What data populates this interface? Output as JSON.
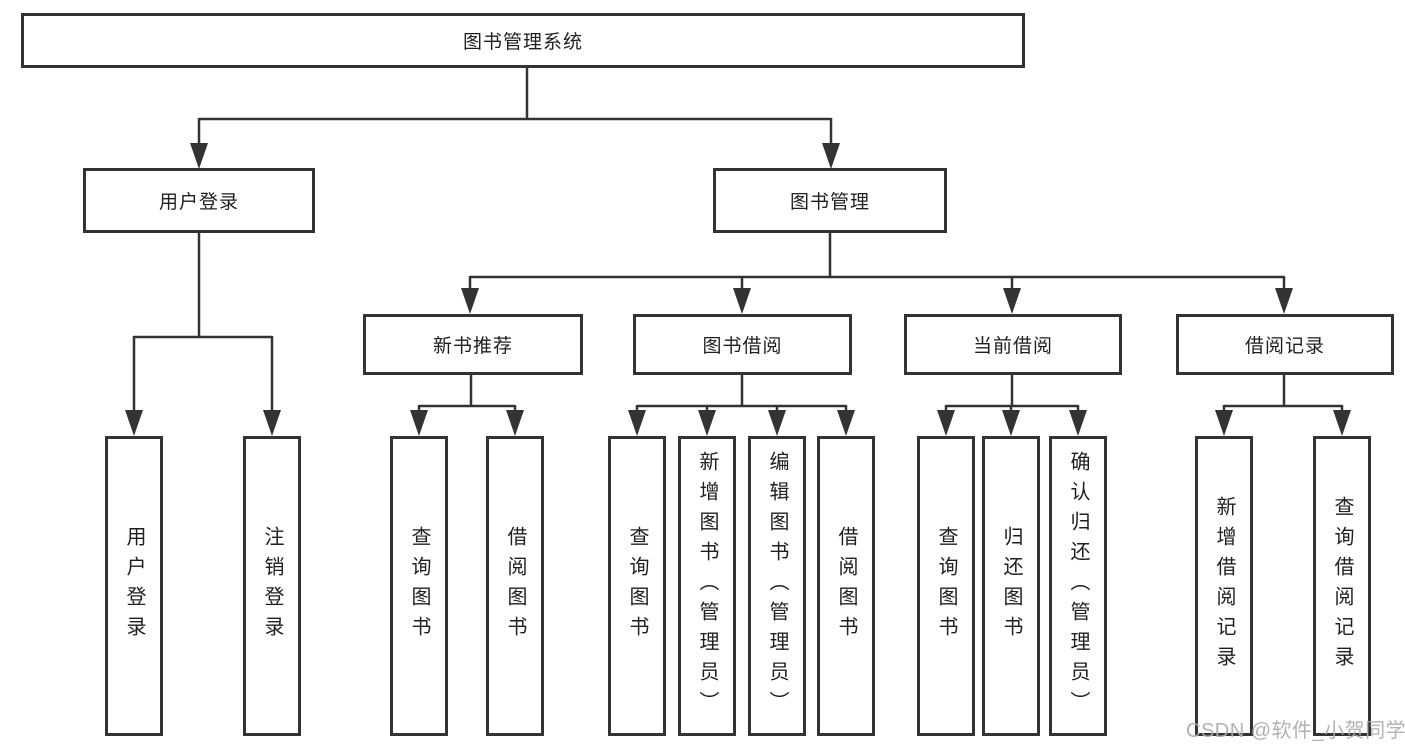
{
  "diagram_title": "图书管理系统",
  "tree": {
    "label": "图书管理系统",
    "children": [
      {
        "label": "用户登录",
        "children": [
          {
            "label": "用户登录"
          },
          {
            "label": "注销登录"
          }
        ]
      },
      {
        "label": "图书管理",
        "children": [
          {
            "label": "新书推荐",
            "children": [
              {
                "label": "查询图书"
              },
              {
                "label": "借阅图书"
              }
            ]
          },
          {
            "label": "图书借阅",
            "children": [
              {
                "label": "查询图书"
              },
              {
                "label": "新增图书（管理员）"
              },
              {
                "label": "编辑图书（管理员）"
              },
              {
                "label": "借阅图书"
              }
            ]
          },
          {
            "label": "当前借阅",
            "children": [
              {
                "label": "查询图书"
              },
              {
                "label": "归还图书"
              },
              {
                "label": "确认归还（管理员）"
              }
            ]
          },
          {
            "label": "借阅记录",
            "children": [
              {
                "label": "新增借阅记录"
              },
              {
                "label": "查询借阅记录"
              }
            ]
          }
        ]
      }
    ]
  },
  "watermark": {
    "text": "CSDN @软件_小贺同学"
  },
  "colors": {
    "line": "#333333",
    "text": "#1f1f1f",
    "watermark": "#ababab",
    "background": "#ffffff"
  }
}
